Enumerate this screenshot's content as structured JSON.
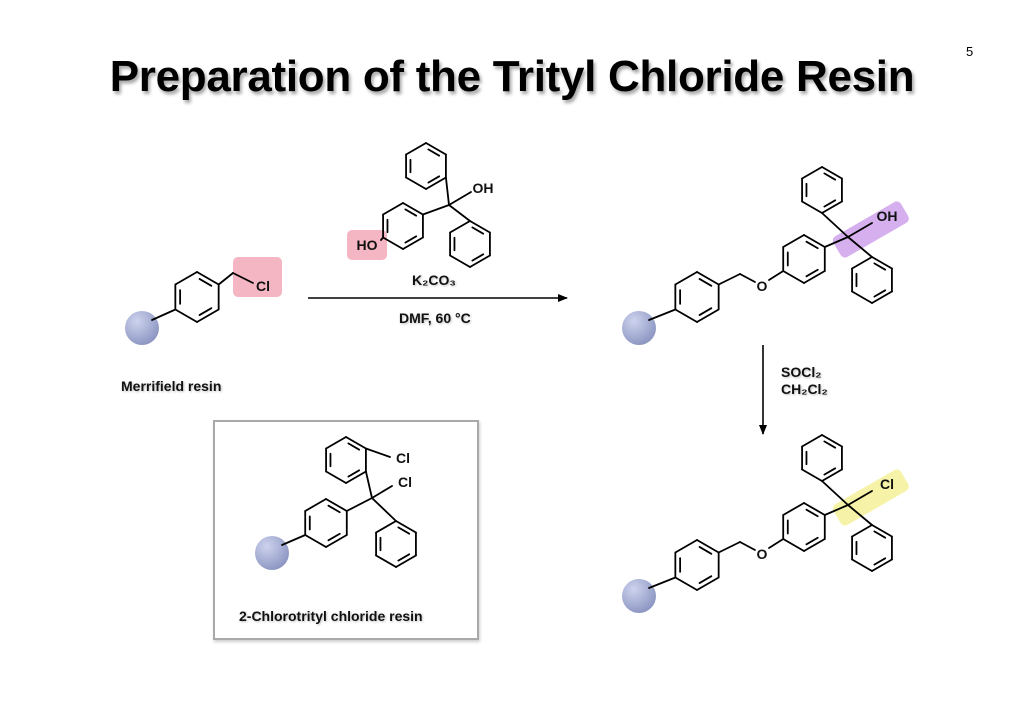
{
  "slide": {
    "title": "Preparation of the Trityl Chloride Resin",
    "page_number": "5"
  },
  "labels": {
    "merrifield": "Merrifield resin",
    "chlorotrityl": "2-Chlorotrityl chloride resin"
  },
  "reaction1": {
    "reagent": "K₂CO₃",
    "conditions": "DMF, 60 °C"
  },
  "reaction2": {
    "reagent": "SOCl₂",
    "solvent": "CH₂Cl₂"
  },
  "atoms": {
    "cl": "Cl",
    "oh": "OH",
    "ho": "HO",
    "o": "O"
  },
  "colors": {
    "highlight_pink": "#f4b6c2",
    "highlight_purple": "#d6b0ee",
    "highlight_yellow": "#f6f3a8",
    "bead_light": "#c4cbe8",
    "bead_dark": "#8690bd"
  }
}
